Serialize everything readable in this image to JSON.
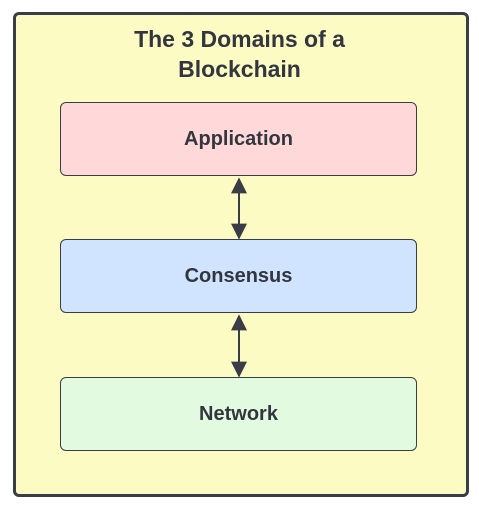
{
  "diagram": {
    "title_line1": "The 3 Domains of a",
    "title_line2": "Blockchain",
    "nodes": [
      {
        "id": "application",
        "label": "Application",
        "fill": "#ffd9d9"
      },
      {
        "id": "consensus",
        "label": "Consensus",
        "fill": "#d0e4ff"
      },
      {
        "id": "network",
        "label": "Network",
        "fill": "#e2fbe0"
      }
    ],
    "edges": [
      {
        "from": "application",
        "to": "consensus",
        "direction": "bidirectional"
      },
      {
        "from": "consensus",
        "to": "network",
        "direction": "bidirectional"
      }
    ],
    "colors": {
      "background": "#fdfbc4",
      "stroke": "#3a3d45",
      "text": "#33363f"
    }
  }
}
